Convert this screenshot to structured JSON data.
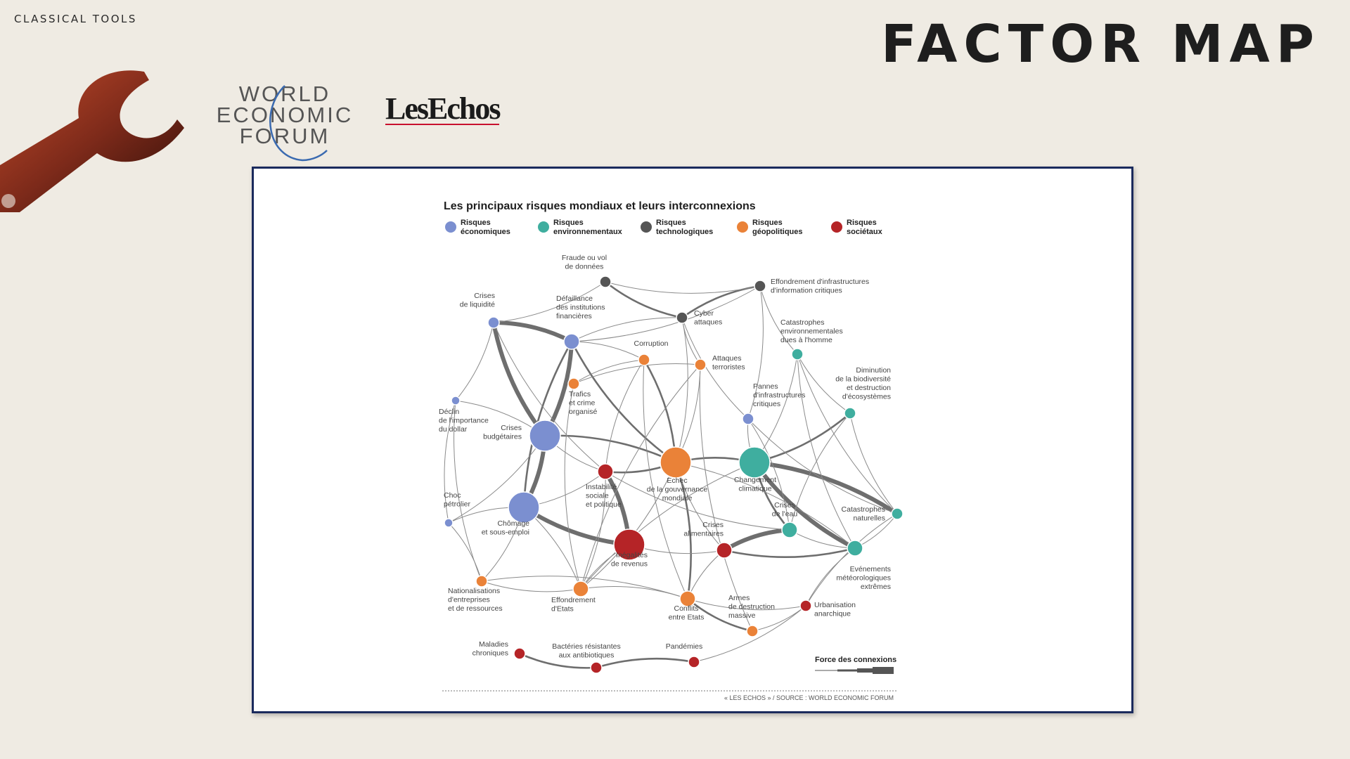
{
  "header": {
    "eyebrow": "CLASSICAL TOOLS",
    "title": "FACTOR MAP"
  },
  "logos": {
    "wef_lines": [
      "WORLD",
      "ECONOMIC",
      "FORUM"
    ],
    "les_echos": "LesEchos"
  },
  "infographic": {
    "title": "Les principaux risques mondiaux et leurs interconnexions",
    "legend": [
      {
        "key": "eco",
        "label": [
          "Risques",
          "économiques"
        ],
        "color": "#7b8fd0"
      },
      {
        "key": "env",
        "label": [
          "Risques",
          "environnementaux"
        ],
        "color": "#3fae9f"
      },
      {
        "key": "tech",
        "label": [
          "Risques",
          "technologiques"
        ],
        "color": "#555555"
      },
      {
        "key": "geo",
        "label": [
          "Risques",
          "géopolitiques"
        ],
        "color": "#ea8238"
      },
      {
        "key": "soc",
        "label": [
          "Risques",
          "sociétaux"
        ],
        "color": "#b52427"
      }
    ],
    "strength_legend": "Force des connexions",
    "source": "« LES ECHOS » / SOURCE : WORLD ECONOMIC FORUM",
    "nodes": [
      {
        "id": "fraude",
        "cat": "tech",
        "size": 1,
        "label": [
          "Fraude ou vol",
          "de données"
        ]
      },
      {
        "id": "infra",
        "cat": "tech",
        "size": 1,
        "label": [
          "Effondrement d'infrastructures",
          "d'information critiques"
        ]
      },
      {
        "id": "cyber",
        "cat": "tech",
        "size": 1,
        "label": [
          "Cyber",
          "attaques"
        ]
      },
      {
        "id": "liquid",
        "cat": "eco",
        "size": 1,
        "label": [
          "Crises",
          "de liquidité"
        ]
      },
      {
        "id": "defaill",
        "cat": "eco",
        "size": 2,
        "label": [
          "Défaillance",
          "des institutions",
          "financières"
        ]
      },
      {
        "id": "corrupt",
        "cat": "geo",
        "size": 1,
        "label": [
          "Corruption"
        ]
      },
      {
        "id": "attaques",
        "cat": "geo",
        "size": 1,
        "label": [
          "Attaques",
          "terroristes"
        ]
      },
      {
        "id": "catenv",
        "cat": "env",
        "size": 1,
        "label": [
          "Catastrophes",
          "environnementales",
          "dues à l'homme"
        ]
      },
      {
        "id": "trafics",
        "cat": "geo",
        "size": 1,
        "label": [
          "Trafics",
          "et crime",
          "organisé"
        ]
      },
      {
        "id": "biodiv",
        "cat": "env",
        "size": 1,
        "label": [
          "Diminution",
          "de la biodiversité",
          "et destruction",
          "d'écosystèmes"
        ]
      },
      {
        "id": "declin",
        "cat": "eco",
        "size": 0,
        "label": [
          "Déclin",
          "de l'importance",
          "du dollar"
        ]
      },
      {
        "id": "pannes",
        "cat": "eco",
        "size": 1,
        "label": [
          "Pannes",
          "d'infrastructures",
          "critiques"
        ]
      },
      {
        "id": "budget",
        "cat": "eco",
        "size": 3,
        "label": [
          "Crises",
          "budgétaires"
        ]
      },
      {
        "id": "instab",
        "cat": "soc",
        "size": 2,
        "label": [
          "Instabilité",
          "sociale",
          "et politique"
        ]
      },
      {
        "id": "gouv",
        "cat": "geo",
        "size": 3,
        "label": [
          "Echec",
          "de la gouvernance",
          "mondiale"
        ]
      },
      {
        "id": "climat",
        "cat": "env",
        "size": 3,
        "label": [
          "Changement",
          "climatique"
        ]
      },
      {
        "id": "choc",
        "cat": "eco",
        "size": 0,
        "label": [
          "Choc",
          "pétrolier"
        ]
      },
      {
        "id": "chomage",
        "cat": "eco",
        "size": 3,
        "label": [
          "Chômage",
          "et sous-emploi"
        ]
      },
      {
        "id": "eau",
        "cat": "env",
        "size": 2,
        "label": [
          "Crises",
          "de l'eau"
        ]
      },
      {
        "id": "catnat",
        "cat": "env",
        "size": 1,
        "label": [
          "Catastrophes",
          "naturelles"
        ]
      },
      {
        "id": "alim",
        "cat": "soc",
        "size": 2,
        "label": [
          "Crises",
          "alimentaires"
        ]
      },
      {
        "id": "inegal",
        "cat": "soc",
        "size": 3,
        "label": [
          "Inégalités",
          "de revenus"
        ]
      },
      {
        "id": "meteo",
        "cat": "env",
        "size": 2,
        "label": [
          "Evénements",
          "météorologiques",
          "extrêmes"
        ]
      },
      {
        "id": "nation",
        "cat": "geo",
        "size": 1,
        "label": [
          "Nationalisations",
          "d'entreprises",
          "et de ressources"
        ]
      },
      {
        "id": "effetats",
        "cat": "geo",
        "size": 2,
        "label": [
          "Effondrement",
          "d'Etats"
        ]
      },
      {
        "id": "conflits",
        "cat": "geo",
        "size": 2,
        "label": [
          "Conflits",
          "entre Etats"
        ]
      },
      {
        "id": "armes",
        "cat": "geo",
        "size": 1,
        "label": [
          "Armes",
          "de destruction",
          "massive"
        ]
      },
      {
        "id": "urban",
        "cat": "soc",
        "size": 1,
        "label": [
          "Urbanisation",
          "anarchique"
        ]
      },
      {
        "id": "maladies",
        "cat": "soc",
        "size": 1,
        "label": [
          "Maladies",
          "chroniques"
        ]
      },
      {
        "id": "bacteries",
        "cat": "soc",
        "size": 1,
        "label": [
          "Bactéries résistantes",
          "aux antibiotiques"
        ]
      },
      {
        "id": "pandemies",
        "cat": "soc",
        "size": 1,
        "label": [
          "Pandémies"
        ]
      }
    ],
    "links": [
      [
        "liquid",
        "defaill",
        3
      ],
      [
        "liquid",
        "budget",
        3
      ],
      [
        "defaill",
        "budget",
        3
      ],
      [
        "defaill",
        "gouv",
        2
      ],
      [
        "budget",
        "chomage",
        3
      ],
      [
        "chomage",
        "inegal",
        3
      ],
      [
        "instab",
        "inegal",
        3
      ],
      [
        "instab",
        "gouv",
        2
      ],
      [
        "gouv",
        "climat",
        2
      ],
      [
        "climat",
        "meteo",
        3
      ],
      [
        "climat",
        "catnat",
        3
      ],
      [
        "climat",
        "eau",
        2
      ],
      [
        "alim",
        "eau",
        3
      ],
      [
        "alim",
        "meteo",
        2
      ],
      [
        "cyber",
        "infra",
        2
      ],
      [
        "fraude",
        "cyber",
        2
      ],
      [
        "corrupt",
        "gouv",
        2
      ],
      [
        "conflits",
        "armes",
        2
      ],
      [
        "budget",
        "gouv",
        2
      ],
      [
        "defaill",
        "chomage",
        2
      ],
      [
        "gouv",
        "conflits",
        2
      ],
      [
        "climat",
        "biodiv",
        2
      ],
      [
        "instab",
        "chomage",
        1
      ],
      [
        "inegal",
        "alim",
        1
      ],
      [
        "liquid",
        "declin",
        1
      ],
      [
        "declin",
        "choc",
        1
      ],
      [
        "choc",
        "nation",
        1
      ],
      [
        "nation",
        "effetats",
        1
      ],
      [
        "effetats",
        "conflits",
        1
      ],
      [
        "conflits",
        "urban",
        1
      ],
      [
        "urban",
        "meteo",
        1
      ],
      [
        "catenv",
        "biodiv",
        1
      ],
      [
        "catenv",
        "climat",
        1
      ],
      [
        "pannes",
        "climat",
        1
      ],
      [
        "pannes",
        "cyber",
        1
      ],
      [
        "attaques",
        "effetats",
        1
      ],
      [
        "trafics",
        "corrupt",
        1
      ],
      [
        "trafics",
        "effetats",
        1
      ],
      [
        "catnat",
        "meteo",
        1
      ],
      [
        "biodiv",
        "catnat",
        1
      ],
      [
        "fraude",
        "liquid",
        1
      ],
      [
        "fraude",
        "infra",
        1
      ],
      [
        "infra",
        "pannes",
        1
      ],
      [
        "infra",
        "catenv",
        1
      ],
      [
        "cyber",
        "gouv",
        1
      ],
      [
        "cyber",
        "attaques",
        1
      ],
      [
        "attaques",
        "gouv",
        1
      ],
      [
        "corrupt",
        "instab",
        1
      ],
      [
        "gouv",
        "effetats",
        1
      ],
      [
        "gouv",
        "alim",
        1
      ],
      [
        "instab",
        "effetats",
        1
      ],
      [
        "inegal",
        "effetats",
        1
      ],
      [
        "chomage",
        "effetats",
        1
      ],
      [
        "budget",
        "instab",
        1
      ],
      [
        "declin",
        "budget",
        1
      ],
      [
        "choc",
        "budget",
        1
      ],
      [
        "choc",
        "chomage",
        1
      ],
      [
        "nation",
        "chomage",
        1
      ],
      [
        "nation",
        "conflits",
        1
      ],
      [
        "armes",
        "urban",
        1
      ],
      [
        "urban",
        "catnat",
        1
      ],
      [
        "eau",
        "meteo",
        1
      ],
      [
        "eau",
        "instab",
        1
      ],
      [
        "alim",
        "conflits",
        1
      ],
      [
        "meteo",
        "catenv",
        1
      ],
      [
        "biodiv",
        "eau",
        1
      ],
      [
        "catnat",
        "catenv",
        1
      ],
      [
        "maladies",
        "bacteries",
        2
      ],
      [
        "bacteries",
        "pandemies",
        2
      ],
      [
        "pandemies",
        "urban",
        1
      ],
      [
        "defaill",
        "corrupt",
        1
      ],
      [
        "liquid",
        "instab",
        1
      ],
      [
        "defaill",
        "cyber",
        1
      ],
      [
        "defaill",
        "infra",
        1
      ],
      [
        "trafics",
        "attaques",
        1
      ],
      [
        "corrupt",
        "conflits",
        1
      ],
      [
        "pannes",
        "eau",
        1
      ],
      [
        "declin",
        "nation",
        1
      ],
      [
        "gouv",
        "meteo",
        1
      ],
      [
        "climat",
        "effetats",
        1
      ],
      [
        "armes",
        "attaques",
        1
      ],
      [
        "pannes",
        "catnat",
        1
      ]
    ]
  }
}
